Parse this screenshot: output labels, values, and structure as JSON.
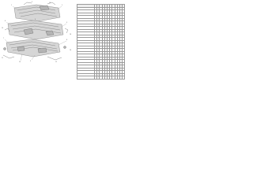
{
  "diagram": {
    "callouts": [
      "1",
      "2",
      "3",
      "4",
      "5",
      "6",
      "7",
      "8",
      "9",
      "10",
      "11",
      "12",
      "13",
      "14",
      "15",
      "16"
    ]
  },
  "table": {
    "header_label": "PART No.",
    "model_columns": [
      "",
      "",
      "",
      "",
      "",
      "",
      "",
      "",
      "",
      "",
      "",
      ""
    ],
    "rows": [
      {
        "part_no": "64120AA000",
        "marks": [
          "●",
          "●",
          "●",
          "●",
          "",
          "",
          "",
          "",
          "",
          "",
          "",
          ""
        ]
      },
      {
        "part_no": "64120AA010",
        "marks": [
          "",
          "",
          "",
          "",
          "●",
          "●",
          "●",
          "●",
          "",
          "",
          "",
          ""
        ]
      },
      {
        "part_no": "64121AA000",
        "marks": [
          "●",
          "●",
          "●",
          "●",
          "●",
          "●",
          "●",
          "●",
          "",
          "",
          "",
          ""
        ]
      },
      {
        "part_no": "64122AA000",
        "marks": [
          "●",
          "●",
          "●",
          "●",
          "●",
          "●",
          "●",
          "●",
          "",
          "",
          "",
          ""
        ]
      },
      {
        "part_no": "64130AA000",
        "marks": [
          "●",
          "●",
          "",
          "",
          "●",
          "●",
          "",
          "",
          "",
          "",
          "",
          ""
        ]
      },
      {
        "part_no": "64130AA010",
        "marks": [
          "",
          "",
          "●",
          "●",
          "",
          "",
          "●",
          "●",
          "",
          "",
          "",
          ""
        ]
      },
      {
        "part_no": "64131AA000",
        "marks": [
          "●",
          "●",
          "●",
          "●",
          "●",
          "●",
          "●",
          "●",
          "",
          "",
          "",
          ""
        ]
      },
      {
        "part_no": "64135AA000",
        "marks": [
          "●",
          "●",
          "●",
          "●",
          "●",
          "●",
          "●",
          "●",
          "",
          "",
          "",
          ""
        ]
      },
      {
        "part_no": "64140AA000",
        "marks": [
          "●",
          "",
          "●",
          "",
          "●",
          "",
          "●",
          "",
          "",
          "",
          "",
          ""
        ]
      },
      {
        "part_no": "64140AA010",
        "marks": [
          "",
          "●",
          "",
          "●",
          "",
          "●",
          "",
          "●",
          "",
          "",
          "",
          ""
        ]
      },
      {
        "part_no": "64141AA000",
        "marks": [
          "●",
          "●",
          "●",
          "●",
          "●",
          "●",
          "●",
          "●",
          "",
          "",
          "",
          ""
        ]
      },
      {
        "part_no": "64145AA000",
        "marks": [
          "●",
          "●",
          "●",
          "●",
          "●",
          "●",
          "●",
          "●",
          "",
          "",
          "",
          ""
        ]
      },
      {
        "part_no": "64150AA000",
        "marks": [
          "●",
          "●",
          "●",
          "●",
          "",
          "",
          "",
          "",
          "",
          "",
          "",
          ""
        ]
      },
      {
        "part_no": "64150AA010",
        "marks": [
          "",
          "",
          "",
          "",
          "●",
          "●",
          "●",
          "●",
          "",
          "",
          "",
          ""
        ]
      },
      {
        "part_no": "64151AA000",
        "marks": [
          "●",
          "●",
          "●",
          "●",
          "●",
          "●",
          "●",
          "●",
          "",
          "",
          "",
          ""
        ]
      },
      {
        "part_no": "64160AA000",
        "marks": [
          "●",
          "●",
          "●",
          "●",
          "●",
          "●",
          "●",
          "●",
          "",
          "",
          "",
          ""
        ]
      },
      {
        "part_no": "64165AA000",
        "marks": [
          "●",
          "●",
          "●",
          "●",
          "●",
          "●",
          "●",
          "●",
          "",
          "",
          "",
          ""
        ]
      },
      {
        "part_no": "64170AA000",
        "marks": [
          "●",
          "●",
          "●",
          "●",
          "●",
          "●",
          "●",
          "●",
          "",
          "",
          "",
          ""
        ]
      },
      {
        "part_no": "64175AA000",
        "marks": [
          "●",
          "●",
          "●",
          "●",
          "●",
          "●",
          "●",
          "●",
          "",
          "",
          "",
          ""
        ]
      },
      {
        "part_no": "64180AA000",
        "marks": [
          "●",
          "●",
          "●",
          "●",
          "●",
          "●",
          "●",
          "●",
          "",
          "",
          "",
          ""
        ]
      },
      {
        "part_no": "64185AA000",
        "marks": [
          "●",
          "●",
          "●",
          "●",
          "●",
          "●",
          "●",
          "●",
          "",
          "",
          "",
          ""
        ]
      },
      {
        "part_no": "64190AA000",
        "marks": [
          "●",
          "●",
          "●",
          "●",
          "●",
          "●",
          "●",
          "●",
          "",
          "",
          "",
          ""
        ]
      },
      {
        "part_no": "64195AA000",
        "marks": [
          "●",
          "●",
          "●",
          "●",
          "●",
          "●",
          "●",
          "●",
          "",
          "",
          "",
          ""
        ]
      },
      {
        "part_no": "64199AA000",
        "marks": [
          "●",
          "●",
          "●",
          "●",
          "●",
          "●",
          "●",
          "●",
          "",
          "",
          "",
          ""
        ]
      },
      {
        "part_no": "64200AA000",
        "marks": [
          "●",
          "●",
          "●",
          "●",
          "●",
          "●",
          "●",
          "●",
          "",
          "",
          "",
          ""
        ]
      },
      {
        "part_no": "64210AA000",
        "marks": [
          "●",
          "●",
          "●",
          "●",
          "●",
          "●",
          "●",
          "●",
          "",
          "",
          "",
          ""
        ]
      }
    ]
  }
}
